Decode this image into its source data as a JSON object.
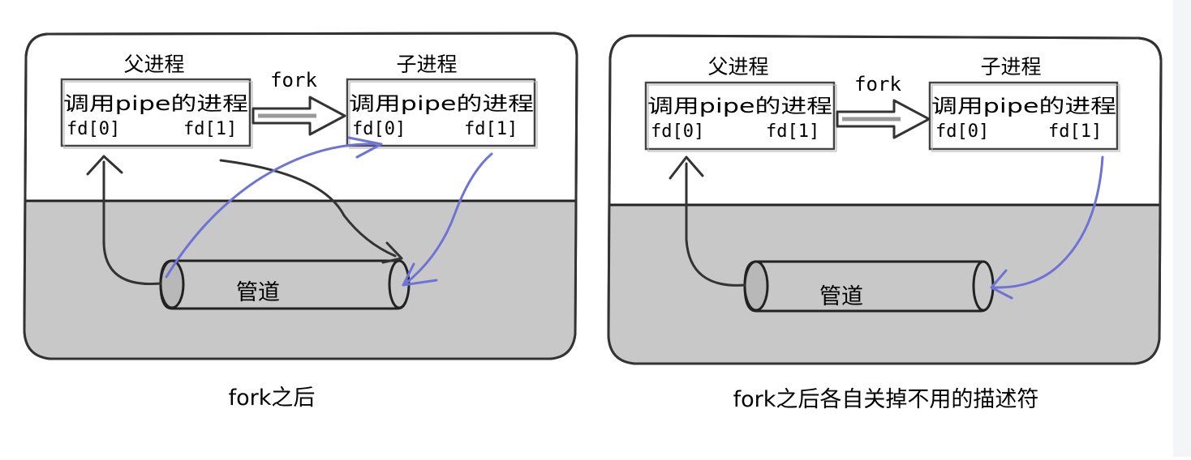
{
  "panels": [
    {
      "parent_title": "父进程",
      "child_title": "子进程",
      "process_label": "调用pipe的进程",
      "fd0": "fd[0]",
      "fd1": "fd[1]",
      "fork_label": "fork",
      "pipe_label": "管道",
      "caption": "fork之后"
    },
    {
      "parent_title": "父进程",
      "child_title": "子进程",
      "process_label": "调用pipe的进程",
      "fd0": "fd[0]",
      "fd1": "fd[1]",
      "fork_label": "fork",
      "pipe_label": "管道",
      "caption": "fork之后各自关掉不用的描述符"
    }
  ],
  "colors": {
    "panel_top": "#ffffff",
    "panel_bottom": "#c8c8c8",
    "border": "#333333",
    "black_arrow": "#2f2f2f",
    "blue_arrow": "#6f73d6"
  }
}
